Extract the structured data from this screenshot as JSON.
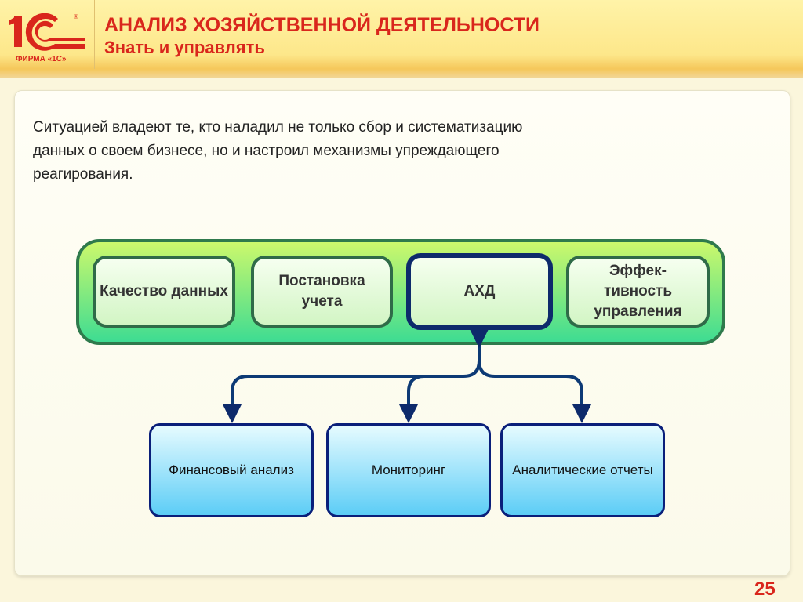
{
  "header": {
    "logo_text": "ФИРМА «1С»",
    "title": "АНАЛИЗ ХОЗЯЙСТВЕННОЙ ДЕЯТЕЛЬНОСТИ",
    "subtitle": "Знать и управлять"
  },
  "intro": "Ситуацией владеют те, кто наладил не только сбор и систематизацию данных о своем бизнесе, но и настроил механизмы упреждающего реагирования.",
  "top_boxes": [
    "Качество данных",
    "Постановка учета",
    "АХД",
    "Эффек-тивность управления"
  ],
  "bottom_boxes": [
    "Финансовый анализ",
    "Мониторинг",
    "Аналитические отчеты"
  ],
  "page_number": "25",
  "colors": {
    "accent": "#d9261c",
    "navy": "#0d2a6b",
    "green_border": "#2f7a4c"
  }
}
